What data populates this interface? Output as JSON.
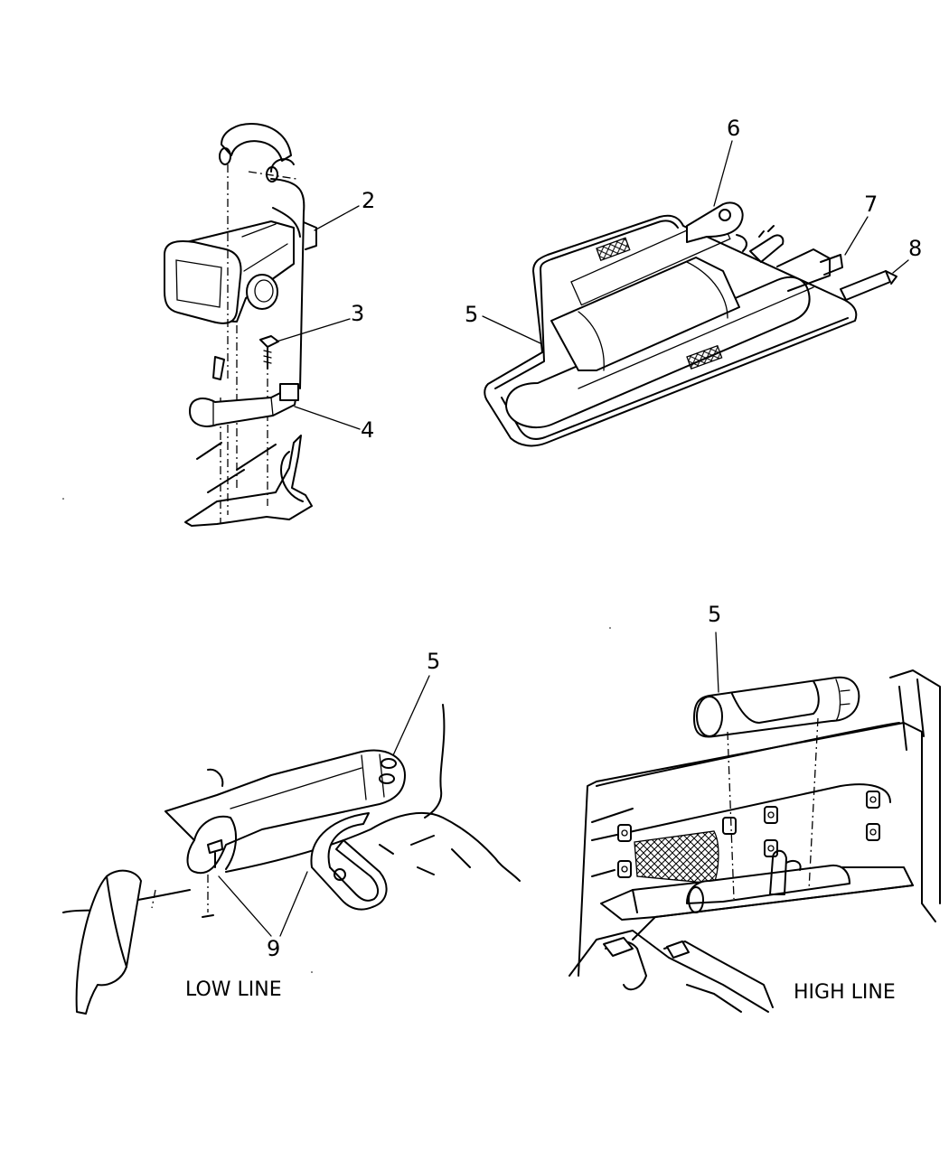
{
  "callouts": {
    "c2": "2",
    "c3": "3",
    "c4": "4",
    "c5a": "5",
    "c6": "6",
    "c7": "7",
    "c8": "8",
    "c5b": "5",
    "c5c": "5",
    "c9": "9"
  },
  "captions": {
    "low_line": "LOW LINE",
    "high_line": "HIGH LINE"
  }
}
